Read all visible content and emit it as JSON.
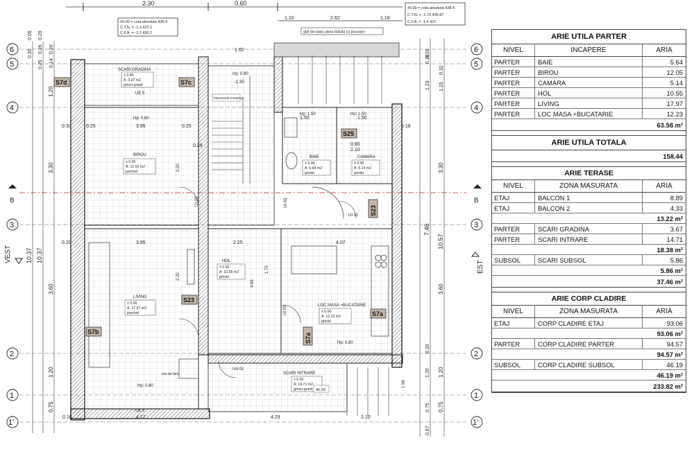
{
  "plan": {
    "top_dims": [
      "2.30",
      "0.60"
    ],
    "cota_box_left": [
      "±0.00 = cota absoluta  438.4",
      "C.T.N. = -1.3        437.1",
      "C.F.A. = -2.2        436.2"
    ],
    "cota_box_right": [
      "±0.00 = cota absoluta  438.4",
      "C.T.N. = -1.73       436.67",
      "C.F.A. = -1.4        437"
    ],
    "top_right_dims": [
      "1.10",
      "2.62",
      "1.18"
    ],
    "glass_note": "glaf din tabla plana faltuita cu picurator",
    "left_tick_dims": [
      "0.05",
      "0.20",
      "0.29",
      "0.26",
      "0.25",
      "0.14",
      "0.20"
    ],
    "left_dims": [
      "1.20",
      "3.30",
      "3.60",
      "1.20",
      "0.75"
    ],
    "left_totals": [
      "10.37",
      "10.37"
    ],
    "right_dims": [
      "0.20",
      "0.32",
      "1.23",
      "0.29",
      "3.30",
      "3.60",
      "1.20",
      "0.75",
      "0.20",
      "1.20",
      "0.75",
      "0.67"
    ],
    "right_totals": [
      "7.46",
      "10.57"
    ],
    "side_labels": {
      "vest": "VEST",
      "est": "EST",
      "b": "B"
    },
    "axes": [
      "6",
      "5",
      "4",
      "3",
      "2",
      "1",
      "1'"
    ],
    "rooms": {
      "scari_gradina": {
        "name": "SCARI GRADINA",
        "lines": [
          "± 0.00",
          "A: 3.07 m2",
          "greso-granit"
        ]
      },
      "birou": {
        "name": "BIROU",
        "lines": [
          "± 0.00",
          "A: 12.05 m2",
          "parchet"
        ]
      },
      "baie": {
        "name": "BAIE",
        "lines": [
          "± 0.00",
          "A: 5.64 m2",
          "gresie"
        ]
      },
      "camara": {
        "name": "CAMARA",
        "lines": [
          "± 0.00",
          "A: 5.14 m2",
          "gresie"
        ]
      },
      "hol": {
        "name": "HOL",
        "lines": [
          "± 0.00",
          "A: 10.55 m2",
          "gresie"
        ]
      },
      "living": {
        "name": "LIVING",
        "lines": [
          "± 0.00",
          "A: 17.97 m2",
          "parchet"
        ]
      },
      "loc_masa": {
        "name": "LOC MASA +BUCATARIE",
        "lines": [
          "± 0.00",
          "A: 12.23 m2",
          "gresie"
        ]
      },
      "scari_intrare": {
        "name": "SCARI INTRARE",
        "lines": [
          "± 0.00",
          "A: 14.71 m2",
          "greso-granit"
        ]
      }
    },
    "tags": [
      "S7d",
      "S7c",
      "S25",
      "S23",
      "S23",
      "S7b",
      "S7a",
      "S7a"
    ],
    "interior_dims": [
      "3.95",
      "3.95",
      "2.25",
      "4.07",
      "1.50",
      "1.50",
      "1.02",
      "0.30",
      "0.25",
      "0.20",
      "0.29",
      "0.25",
      "0.80",
      "2.10",
      "0.16",
      "4.17",
      "4.29",
      "2.10",
      "0.18"
    ],
    "misc_labels": [
      "UE 5",
      "UE 5",
      "UI 03",
      "UI 03",
      "UI 03",
      "UA 01",
      "UI 01",
      "Hp: 0.80",
      "Hp: 0.90",
      "Hp: 1.50",
      "Hp: 1.50",
      "Hp: 0.80",
      "Hp: 0.80",
      "balustrada metalica",
      "cos de fum",
      "40.00",
      "-1.35",
      "4.69",
      "1.75",
      "2.20",
      "2.20",
      "1.98"
    ]
  },
  "table": {
    "parter": {
      "title": "ARIE UTILA PARTER",
      "headers": [
        "NIVEL",
        "INCAPERE",
        "ARIA"
      ],
      "rows": [
        [
          "PARTER",
          "BAIE",
          "5.64"
        ],
        [
          "PARTER",
          "BIROU",
          "12.05"
        ],
        [
          "PARTER",
          "CAMARA",
          "5.14"
        ],
        [
          "PARTER",
          "HOL",
          "10.55"
        ],
        [
          "PARTER",
          "LIVING",
          "17.97"
        ],
        [
          "PARTER",
          "LOC MASA +BUCATARIE",
          "12.23"
        ]
      ],
      "total": "63.58 m²"
    },
    "totala": {
      "title": "ARIE UTILA TOTALA",
      "value": "158.44"
    },
    "terase": {
      "title": "ARIE TERASE",
      "headers": [
        "NIVEL",
        "ZONA MASURATA",
        "ARIA"
      ],
      "groups": [
        {
          "rows": [
            [
              "ETAJ",
              "BALCON 1",
              "8.89"
            ],
            [
              "ETAJ",
              "BALCON 2",
              "4.33"
            ]
          ],
          "subtotal": "13.22 m²"
        },
        {
          "rows": [
            [
              "PARTER",
              "SCARI GRADINA",
              "3.67"
            ],
            [
              "PARTER",
              "SCARI INTRARE",
              "14.71"
            ]
          ],
          "subtotal": "18.38 m²"
        },
        {
          "rows": [
            [
              "SUBSOL",
              "SCARI SUBSOL",
              "5.86"
            ]
          ],
          "subtotal": "5.86 m²"
        }
      ],
      "total": "37.46 m²"
    },
    "corp": {
      "title": "ARIE CORP CLADIRE",
      "headers": [
        "NIVEL",
        "ZONA MASURATA",
        "ARIA"
      ],
      "groups": [
        {
          "rows": [
            [
              "ETAJ",
              "CORP CLADIRE ETAJ",
              "93.06"
            ]
          ],
          "subtotal": "93.06 m²"
        },
        {
          "rows": [
            [
              "PARTER",
              "CORP CLADIRE PARTER",
              "94.57"
            ]
          ],
          "subtotal": "94.57 m²"
        },
        {
          "rows": [
            [
              "SUBSOL",
              "CORP CLADIRE SUBSOL",
              "46.19"
            ]
          ],
          "subtotal": "46.19 m²"
        }
      ],
      "total": "233.82 m²"
    }
  }
}
